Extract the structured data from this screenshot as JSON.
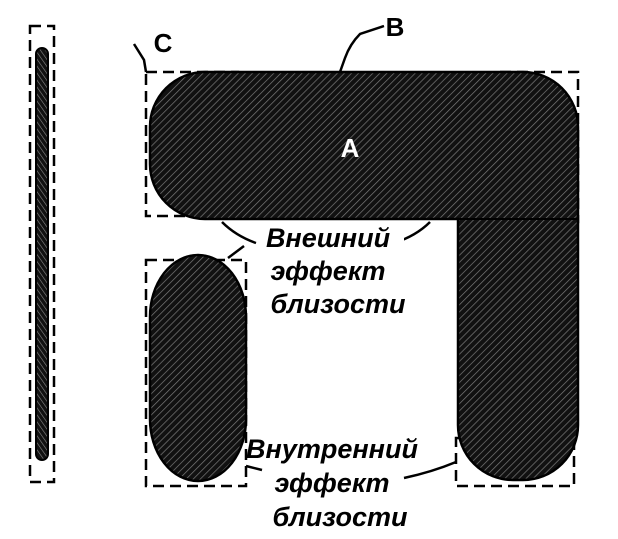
{
  "labels": {
    "a": "A",
    "b": "B",
    "c": "C"
  },
  "external_effect": {
    "line1": "Внешний",
    "line2": "эффект",
    "line3": "близости"
  },
  "internal_effect": {
    "line1": "Внутренний",
    "line2": "эффект",
    "line3": "близости"
  },
  "colors": {
    "ink": "#000000",
    "paper": "#ffffff"
  }
}
